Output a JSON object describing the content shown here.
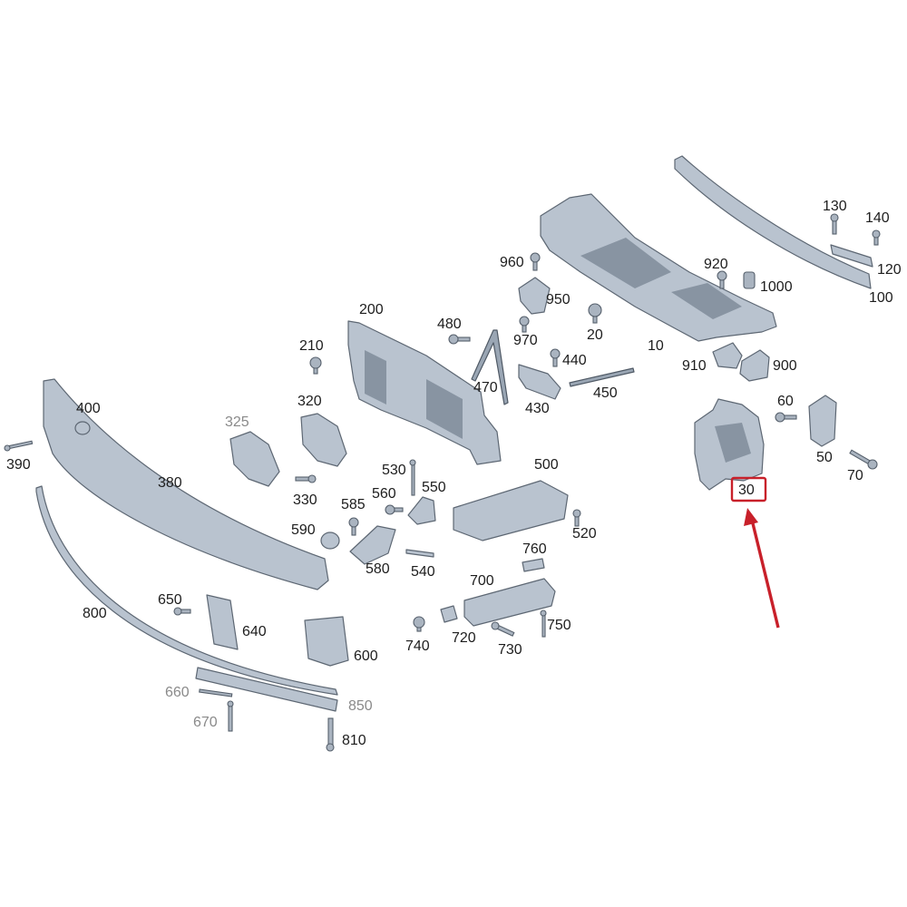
{
  "diagram": {
    "labels": [
      {
        "id": "130",
        "text": "130",
        "grey": false
      },
      {
        "id": "140",
        "text": "140",
        "grey": false
      },
      {
        "id": "120",
        "text": "120",
        "grey": false
      },
      {
        "id": "100",
        "text": "100",
        "grey": false
      },
      {
        "id": "960",
        "text": "960",
        "grey": false
      },
      {
        "id": "920",
        "text": "920",
        "grey": false
      },
      {
        "id": "1000",
        "text": "1000",
        "grey": false
      },
      {
        "id": "950",
        "text": "950",
        "grey": false
      },
      {
        "id": "200",
        "text": "200",
        "grey": false
      },
      {
        "id": "480",
        "text": "480",
        "grey": false
      },
      {
        "id": "970",
        "text": "970",
        "grey": false
      },
      {
        "id": "20",
        "text": "20",
        "grey": false
      },
      {
        "id": "10",
        "text": "10",
        "grey": false
      },
      {
        "id": "210",
        "text": "210",
        "grey": false
      },
      {
        "id": "440",
        "text": "440",
        "grey": false
      },
      {
        "id": "910",
        "text": "910",
        "grey": false
      },
      {
        "id": "900",
        "text": "900",
        "grey": false
      },
      {
        "id": "470",
        "text": "470",
        "grey": false
      },
      {
        "id": "450",
        "text": "450",
        "grey": false
      },
      {
        "id": "400",
        "text": "400",
        "grey": false
      },
      {
        "id": "320",
        "text": "320",
        "grey": false
      },
      {
        "id": "430",
        "text": "430",
        "grey": false
      },
      {
        "id": "60",
        "text": "60",
        "grey": false
      },
      {
        "id": "325",
        "text": "325",
        "grey": true
      },
      {
        "id": "390",
        "text": "390",
        "grey": false
      },
      {
        "id": "380",
        "text": "380",
        "grey": false
      },
      {
        "id": "500",
        "text": "500",
        "grey": false
      },
      {
        "id": "530",
        "text": "530",
        "grey": false
      },
      {
        "id": "50",
        "text": "50",
        "grey": false
      },
      {
        "id": "70",
        "text": "70",
        "grey": false
      },
      {
        "id": "550",
        "text": "550",
        "grey": false
      },
      {
        "id": "330",
        "text": "330",
        "grey": false
      },
      {
        "id": "585",
        "text": "585",
        "grey": false
      },
      {
        "id": "560",
        "text": "560",
        "grey": false
      },
      {
        "id": "30",
        "text": "30",
        "grey": false
      },
      {
        "id": "520",
        "text": "520",
        "grey": false
      },
      {
        "id": "590",
        "text": "590",
        "grey": false
      },
      {
        "id": "760",
        "text": "760",
        "grey": false
      },
      {
        "id": "580",
        "text": "580",
        "grey": false
      },
      {
        "id": "540",
        "text": "540",
        "grey": false
      },
      {
        "id": "700",
        "text": "700",
        "grey": false
      },
      {
        "id": "650",
        "text": "650",
        "grey": false
      },
      {
        "id": "800",
        "text": "800",
        "grey": false
      },
      {
        "id": "640",
        "text": "640",
        "grey": false
      },
      {
        "id": "750",
        "text": "750",
        "grey": false
      },
      {
        "id": "720",
        "text": "720",
        "grey": false
      },
      {
        "id": "600",
        "text": "600",
        "grey": false
      },
      {
        "id": "740",
        "text": "740",
        "grey": false
      },
      {
        "id": "730",
        "text": "730",
        "grey": false
      },
      {
        "id": "660",
        "text": "660",
        "grey": true
      },
      {
        "id": "850",
        "text": "850",
        "grey": true
      },
      {
        "id": "670",
        "text": "670",
        "grey": true
      },
      {
        "id": "810",
        "text": "810",
        "grey": false
      }
    ],
    "highlight": {
      "label": "30",
      "color": "#c8202a"
    },
    "colors": {
      "part_fill": "#b9c3cf",
      "part_stroke": "#5d6773",
      "label_text": "#1d1d1d",
      "label_grey": "#8a8a8a",
      "highlight": "#c8202a"
    }
  }
}
